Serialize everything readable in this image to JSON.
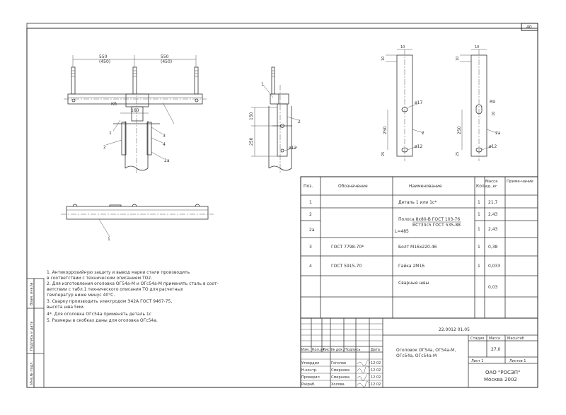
{
  "sheet": {
    "page_number": "40"
  },
  "side_stamp": {
    "cells": [
      "Взам. инв.№",
      "Подпись и дата",
      "Инв.№ подл."
    ]
  },
  "drawing": {
    "dims_top": [
      "550",
      "(450)",
      "550",
      "(450)"
    ],
    "kb_label": "Кб",
    "dim_160": "160",
    "front_labels": [
      "1",
      "3",
      "4",
      "2",
      "2а"
    ],
    "side_dims": [
      "150",
      "250",
      "ø12"
    ],
    "side_labels": [
      "1",
      "2"
    ],
    "plate1_dims": [
      "10",
      "10",
      "ø17",
      "250",
      "ø12",
      "25"
    ],
    "plate1_label": "2",
    "plate2_dims": [
      "10",
      "10",
      "R9",
      "10",
      "250",
      "ø12",
      "25"
    ],
    "plate2_label": "2а",
    "plan_label": "1"
  },
  "notes": [
    "1.  Антикоррозийную защиту и вывод марки стали производить",
    "     в соответствии с техническим описанием ТО2.",
    "2.  Для изготовления оголовка ОГ54а-М и ОГс54а-М применять сталь в соот-",
    "     ветствии с табл.1 технического описания ТО для расчетных",
    "     температур ниже минус 40°С.",
    "3.  Сварку производить электродом Э42А ГОСТ 9467-75,",
    "     высота шва 5мм.",
    "4*.  Для оголовка ОГс54а применять деталь 1с",
    "5.  Размеры в скобках даны для оголовка ОГс54а."
  ],
  "spec_table": {
    "headers": [
      "Поз.",
      "Обозначение",
      "Наименование",
      "Кол.",
      "Масса ед.,кг",
      "Приме-чание"
    ],
    "rows": [
      {
        "pos": "1",
        "designation": "",
        "name": "Деталь 1 или 1с*",
        "qty": "1",
        "mass": "21,7",
        "note": ""
      },
      {
        "pos": "2",
        "designation": "",
        "name": "",
        "qty": "1",
        "mass": "2,43",
        "note": ""
      },
      {
        "pos": "2а",
        "designation": "",
        "name": "",
        "qty": "1",
        "mass": "2,43",
        "note": ""
      },
      {
        "pos": "3",
        "designation": "ГОСТ 7798-70*",
        "name": "Болт М16х220.46",
        "qty": "1",
        "mass": "0,38",
        "note": ""
      },
      {
        "pos": "4",
        "designation": "ГОСТ 5915-70",
        "name": "Гайка 2М16",
        "qty": "1",
        "mass": "0,033",
        "note": ""
      },
      {
        "pos": "",
        "designation": "",
        "name": "Сварные швы",
        "qty": "",
        "mass": "0,03",
        "note": ""
      }
    ],
    "strip_name_lines": [
      "Полоса  8х80-В ГОСТ 103-76",
      "ВСт3пс5 ГОСТ 535-88",
      "L=485"
    ]
  },
  "title_block": {
    "doc_code": "22.0012 01.05",
    "rev_headers": [
      "Изм.",
      "Кол.уч",
      "Лист",
      "№ док.",
      "Подпись",
      "Дата"
    ],
    "title_lines": [
      "Оголовок ОГ54а, ОГ54а-М,",
      "ОГс54а, ОГс54а-М"
    ],
    "stage_headers": [
      "Стадия",
      "Масса",
      "Масштаб"
    ],
    "mass": "27,0",
    "sheet_label": "Лист 1",
    "sheets_label": "Листов 1",
    "org_lines": [
      "ОАО \"РОСЭП\"",
      "Москва 2002"
    ],
    "signatures": [
      {
        "role": "Утвердил",
        "name": "Гоголев",
        "date": "12.02"
      },
      {
        "role": "Н.контр.",
        "name": "Смирнова",
        "date": "12.02"
      },
      {
        "role": "Проверил",
        "name": "Смирнова",
        "date": "12.02"
      },
      {
        "role": "Разраб.",
        "name": "Холова",
        "date": "12.02"
      }
    ]
  }
}
